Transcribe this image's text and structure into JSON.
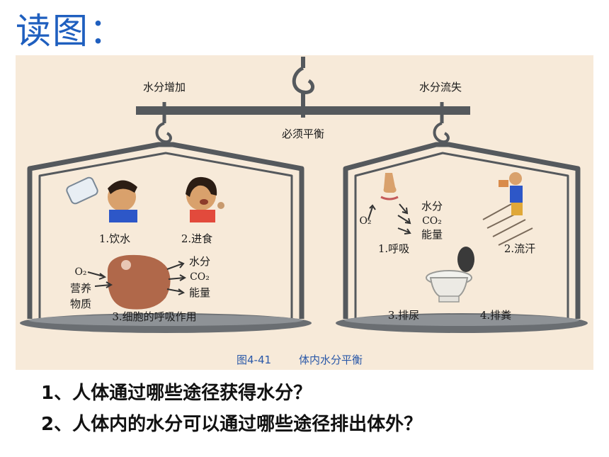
{
  "title": "读图：",
  "figure": {
    "left_header": "水分增加",
    "right_header": "水分流失",
    "beam_label": "必须平衡",
    "caption_num": "图4-41",
    "caption_text": "体内水分平衡",
    "left": {
      "item1": "1.饮水",
      "item2": "2.进食",
      "cell_in_o2": "O₂",
      "cell_in_nutrient_1": "营养",
      "cell_in_nutrient_2": "物质",
      "cell_out_water": "水分",
      "cell_out_co2": "CO₂",
      "cell_out_energy": "能量",
      "item3": "3.细胞的呼吸作用"
    },
    "right": {
      "resp_o2": "O₂",
      "resp_water": "水分",
      "resp_co2": "CO₂",
      "resp_energy": "能量",
      "item1": "1.呼吸",
      "item2": "2.流汗",
      "item3": "3.排尿",
      "item4": "4.排粪"
    }
  },
  "questions": [
    "1、人体通过哪些途径获得水分？",
    "2、人体内的水分可以通过哪些途径排出体外？"
  ],
  "colors": {
    "title": "#1f5fbf",
    "figure_bg": "#f7ead9",
    "metal": "#55595d",
    "caption": "#2a58a8"
  }
}
